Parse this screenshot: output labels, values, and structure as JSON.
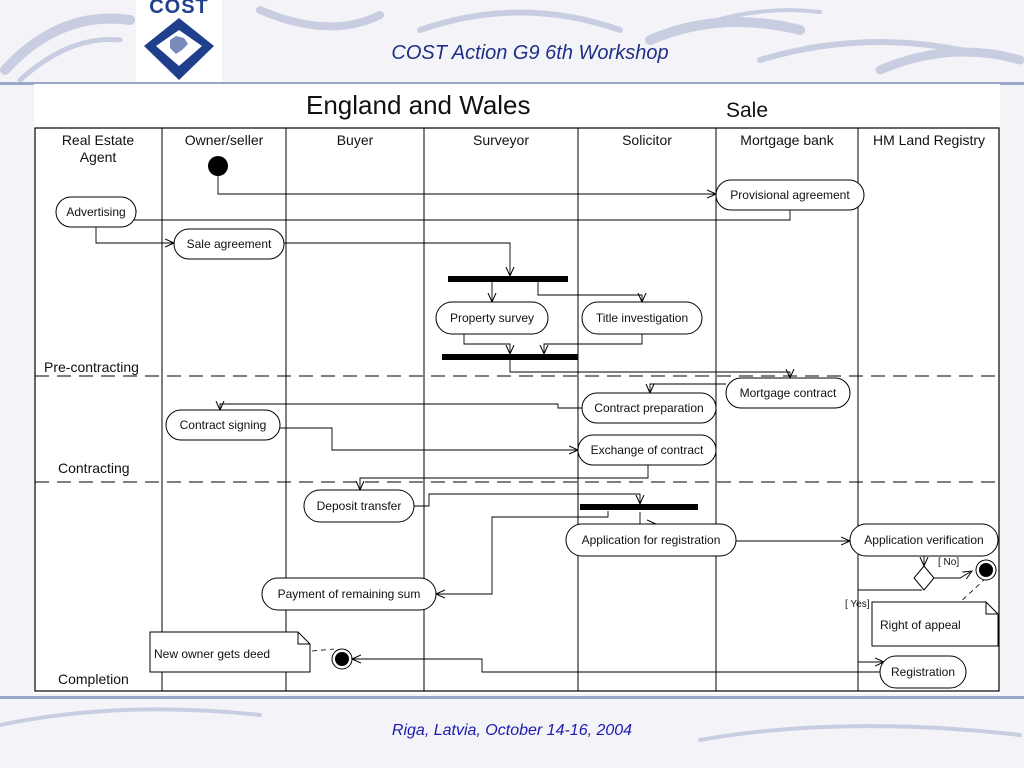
{
  "slide": {
    "logo_text": "COST",
    "header": "COST Action G9 6th Workshop",
    "footer": "Riga, Latvia, October  14-16, 2004"
  },
  "diagram": {
    "title": "England and Wales",
    "subtitle": "Sale",
    "lanes": [
      "Real Estate\nAgent",
      "Owner/seller",
      "Buyer",
      "Surveyor",
      "Solicitor",
      "Mortgage bank",
      "HM Land Registry"
    ],
    "phases": [
      "Pre-contracting",
      "Contracting",
      "Completion"
    ],
    "activities": {
      "provisional_agreement": "Provisional agreement",
      "advertising": "Advertising",
      "sale_agreement": "Sale agreement",
      "property_survey": "Property survey",
      "title_investigation": "Title investigation",
      "mortgage_contract": "Mortgage contract",
      "contract_preparation": "Contract preparation",
      "contract_signing": "Contract signing",
      "exchange_of_contract": "Exchange of contract",
      "deposit_transfer": "Deposit transfer",
      "application_for_registration": "Application for registration",
      "application_verification": "Application verification",
      "payment_of_remaining_sum": "Payment of remaining sum",
      "registration": "Registration"
    },
    "notes": {
      "right_of_appeal": "Right of appeal",
      "new_owner_gets_deed": "New owner gets deed"
    },
    "guards": {
      "no": "[ No]",
      "yes": "[ Yes]"
    }
  },
  "colors": {
    "accent": "#1e2f86",
    "footer": "#1a1ab0",
    "lines": "#000000"
  }
}
